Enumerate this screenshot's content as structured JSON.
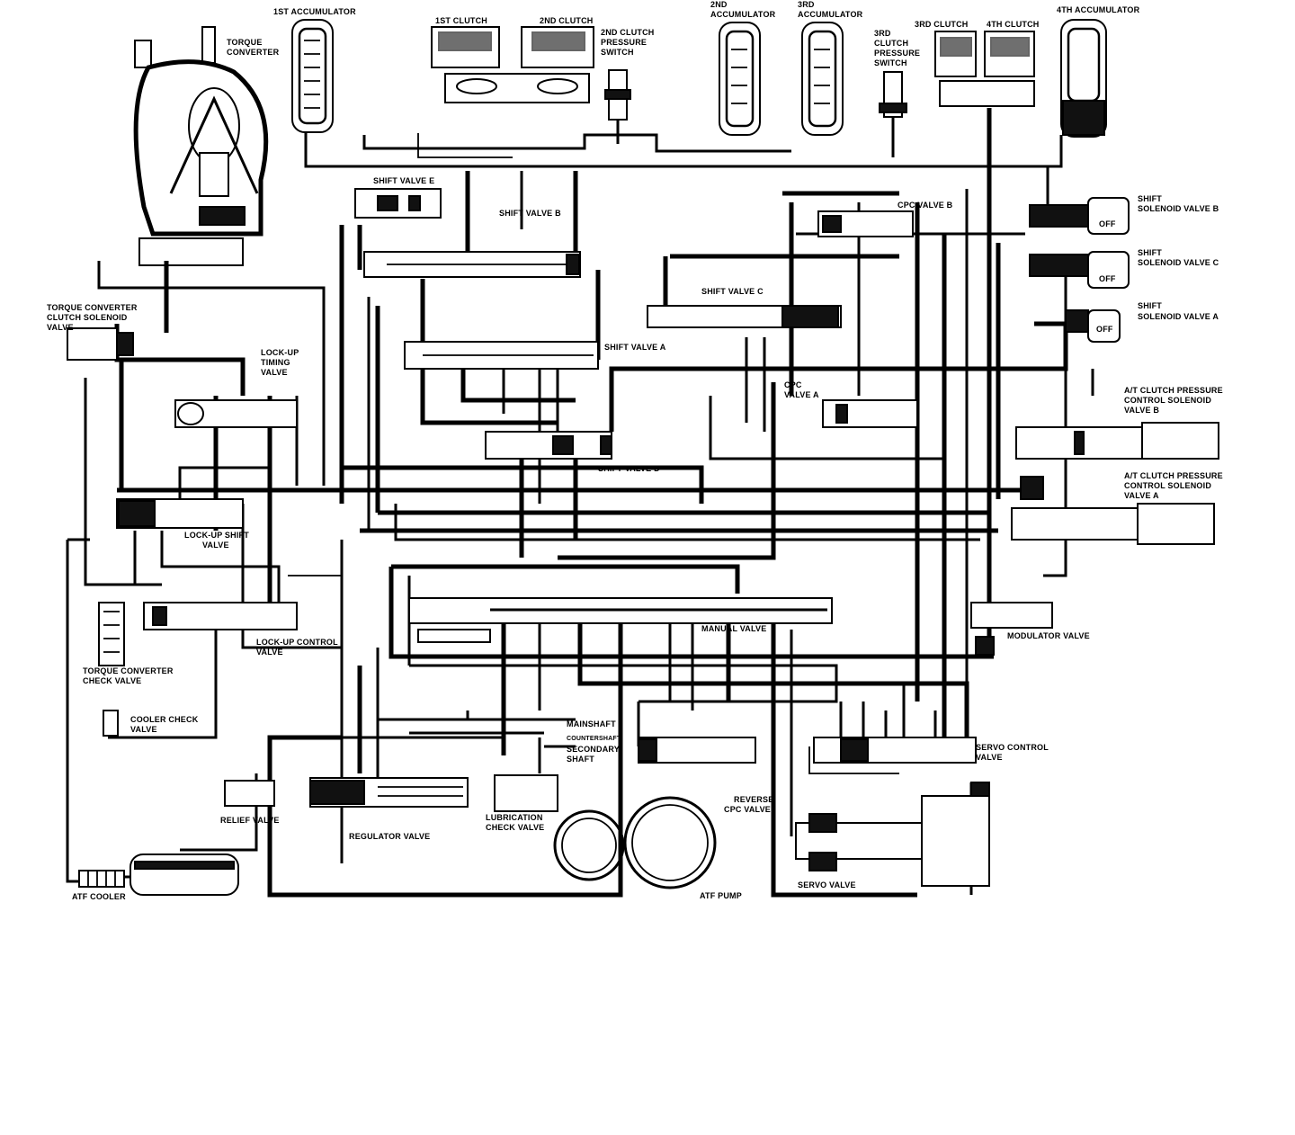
{
  "labels": {
    "acc1": "1ST ACCUMULATOR",
    "clutch1": "1ST CLUTCH",
    "clutch2": "2ND CLUTCH",
    "clutch2_switch": [
      "2ND CLUTCH",
      "PRESSURE",
      "SWITCH"
    ],
    "acc2": [
      "2ND",
      "ACCUMULATOR"
    ],
    "acc3": [
      "3RD",
      "ACCUMULATOR"
    ],
    "clutch3_switch": [
      "3RD",
      "CLUTCH",
      "PRESSURE",
      "SWITCH"
    ],
    "clutch3": "3RD CLUTCH",
    "clutch4": "4TH CLUTCH",
    "acc4": "4TH ACCUMULATOR",
    "torque_converter": [
      "TORQUE",
      "CONVERTER"
    ],
    "tcc_solenoid": [
      "TORQUE CONVERTER",
      "CLUTCH  SOLENOID",
      "VALVE"
    ],
    "shift_e": "SHIFT VALVE E",
    "shift_b": "SHIFT VALVE B",
    "cpc_b": "CPC VALVE B",
    "ssv_b": [
      "SHIFT",
      "SOLENOID VALVE B"
    ],
    "ssv_c": [
      "SHIFT",
      "SOLENOID VALVE C"
    ],
    "ssv_a": [
      "SHIFT",
      "SOLENOID VALVE A"
    ],
    "off": "OFF",
    "shift_c": "SHIFT VALVE C",
    "shift_a": "SHIFT VALVE A",
    "lockup_timing": [
      "LOCK-UP",
      "TIMING",
      "VALVE"
    ],
    "cpc_a": [
      "CPC",
      "VALVE A"
    ],
    "atcp_b": [
      "A/T CLUTCH PRESSURE",
      "CONTROL SOLENOID",
      "VALVE B"
    ],
    "atcp_a": [
      "A/T CLUTCH PRESSURE",
      "CONTROL SOLENOID",
      "VALVE A"
    ],
    "shift_d": "SHIFT VALVE D",
    "lockup_shift": [
      "LOCK-UP SHIFT",
      "VALVE"
    ],
    "lockup_control": [
      "LOCK-UP CONTROL",
      "VALVE"
    ],
    "tc_check": [
      "TORQUE CONVERTER",
      "CHECK VALVE"
    ],
    "cooler_check": [
      "COOLER CHECK",
      "VALVE"
    ],
    "manual": "MANUAL VALVE",
    "modulator": "MODULATOR VALVE",
    "mainshaft": "MAINSHAFT",
    "countershaft": "COUNTERSHAFT",
    "secondary": [
      "SECONDARY",
      "SHAFT"
    ],
    "servo_control": [
      "SERVO CONTROL",
      "VALVE"
    ],
    "relief": "RELIEF VALVE",
    "regulator": "REGULATOR VALVE",
    "lubrication": [
      "LUBRICATION",
      "CHECK VALVE"
    ],
    "reverse_cpc": [
      "REVERSE",
      "CPC VALVE"
    ],
    "atf_cooler": "ATF COOLER",
    "atf_pump": "ATF PUMP",
    "servo": "SERVO VALVE"
  }
}
